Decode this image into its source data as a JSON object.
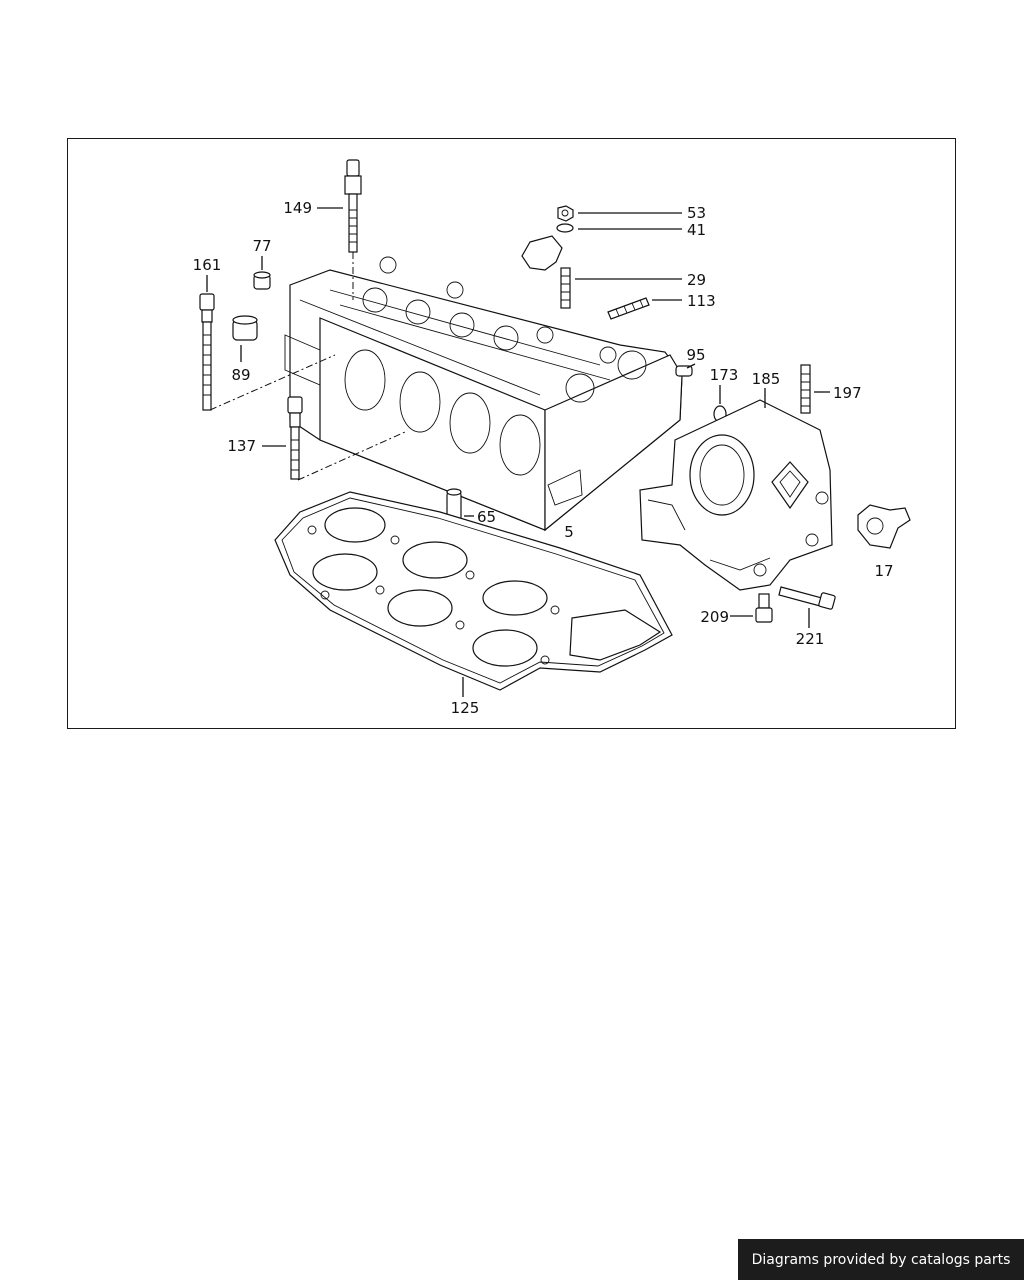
{
  "diagram": {
    "callouts": [
      "149",
      "53",
      "41",
      "77",
      "161",
      "29",
      "113",
      "89",
      "95",
      "173",
      "185",
      "197",
      "137",
      "65",
      "5",
      "17",
      "209",
      "221",
      "125"
    ]
  },
  "footer": {
    "credit": "Diagrams provided by catalogs parts"
  }
}
